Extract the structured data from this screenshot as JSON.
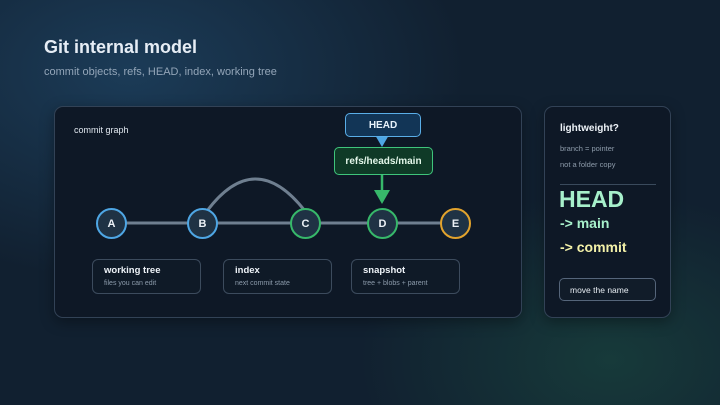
{
  "header": {
    "title": "Git internal model",
    "subtitle": "commit objects, refs, HEAD, index, working tree"
  },
  "graph": {
    "label": "commit graph",
    "head_label": "HEAD",
    "ref_label": "refs/heads/main",
    "commits": [
      "A",
      "B",
      "C",
      "D",
      "E"
    ],
    "colors": {
      "blue": "#4ea6e4",
      "green": "#37b86a",
      "orange": "#e2a32d",
      "edge": "#6f7f90"
    }
  },
  "cards": [
    {
      "title": "working tree",
      "subtitle": "files you can edit"
    },
    {
      "title": "index",
      "subtitle": "next commit state"
    },
    {
      "title": "snapshot",
      "subtitle": "tree + blobs + parent"
    }
  ],
  "sidebar": {
    "title": "lightweight?",
    "line1": "branch = pointer",
    "line2": "not a folder copy",
    "big_head": "HEAD",
    "arrow_main": "-> main",
    "arrow_commit": "-> commit",
    "button_label": "move the name"
  }
}
